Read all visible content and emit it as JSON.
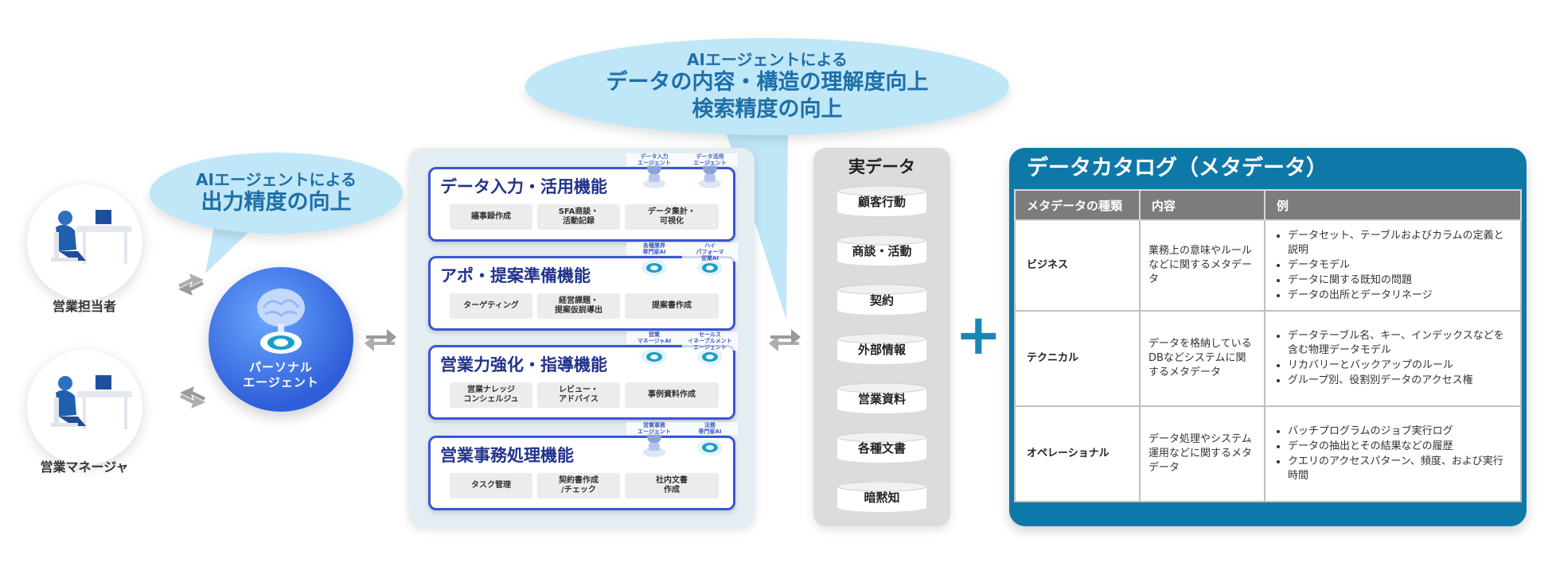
{
  "bubbles": {
    "top": {
      "sub": "AIエージェントによる",
      "line1": "データの内容・構造の理解度向上",
      "line2": "検索精度の向上"
    },
    "left": {
      "sub": "AIエージェントによる",
      "main": "出力精度の向上"
    }
  },
  "people": {
    "sales_rep": "営業担当者",
    "sales_manager": "営業マネージャ"
  },
  "personal_agent": {
    "line1": "パーソナル",
    "line2": "エージェント"
  },
  "functions": [
    {
      "title": "データ入力・活用機能",
      "chips": [
        "議事録作成",
        "SFA商談・\n活動記録",
        "データ集計・\n可視化"
      ],
      "agents": [
        "データ入力\nエージェント",
        "データ活用\nエージェント"
      ]
    },
    {
      "title": "アポ・提案準備機能",
      "chips": [
        "ターゲティング",
        "経営課題・\n提案仮説導出",
        "提案書作成"
      ],
      "agents": [
        "各種業界\n専門家AI",
        "ハイ\nパフォーマ\n営業AI"
      ]
    },
    {
      "title": "営業力強化・指導機能",
      "chips": [
        "営業ナレッジ\nコンシェルジュ",
        "レビュー・\nアドバイス",
        "事例資料作成"
      ],
      "agents": [
        "営業\nマネージャAI",
        "セールス\nイネーブルメント\nエージェント"
      ]
    },
    {
      "title": "営業事務処理機能",
      "chips": [
        "タスク管理",
        "契約書作成\n/チェック",
        "社内文書\n作成"
      ],
      "agents": [
        "営業事務\nエージェント",
        "法務\n専門家AI"
      ]
    }
  ],
  "real_data": {
    "title": "実データ",
    "items": [
      "顧客行動",
      "商談・活動",
      "契約",
      "外部情報",
      "営業資料",
      "各種文書",
      "暗黙知"
    ]
  },
  "plus": "+",
  "catalog": {
    "title": "データカタログ（メタデータ）",
    "headers": [
      "メタデータの種類",
      "内容",
      "例"
    ],
    "rows": [
      {
        "kind": "ビジネス",
        "desc": "業務上の意味やルールなどに関するメタデータ",
        "examples": [
          "データセット、テーブルおよびカラムの定義と説明",
          "データモデル",
          "データに関する既知の問題",
          "データの出所とデータリネージ"
        ]
      },
      {
        "kind": "テクニカル",
        "desc": "データを格納しているDBなどシステムに関するメタデータ",
        "examples": [
          "データテーブル名、キー、インデックスなどを含む物理データモデル",
          "リカバリーとバックアップのルール",
          "グループ別、役割別データのアクセス権"
        ]
      },
      {
        "kind": "オペレーショナル",
        "desc": "データ処理やシステム運用などに関するメタデータ",
        "examples": [
          "バッチプログラムのジョブ実行ログ",
          "データの抽出とその結果などの履歴",
          "クエリのアクセスパターン、頻度、および実行時間"
        ]
      }
    ]
  },
  "colors": {
    "bubble": "#bfe7f8",
    "bubble_text": "#1f6fa8",
    "func_border": "#3a56d4",
    "func_title": "#23338c",
    "catalog": "#0e79a8",
    "agent": "#2f5fd8"
  }
}
